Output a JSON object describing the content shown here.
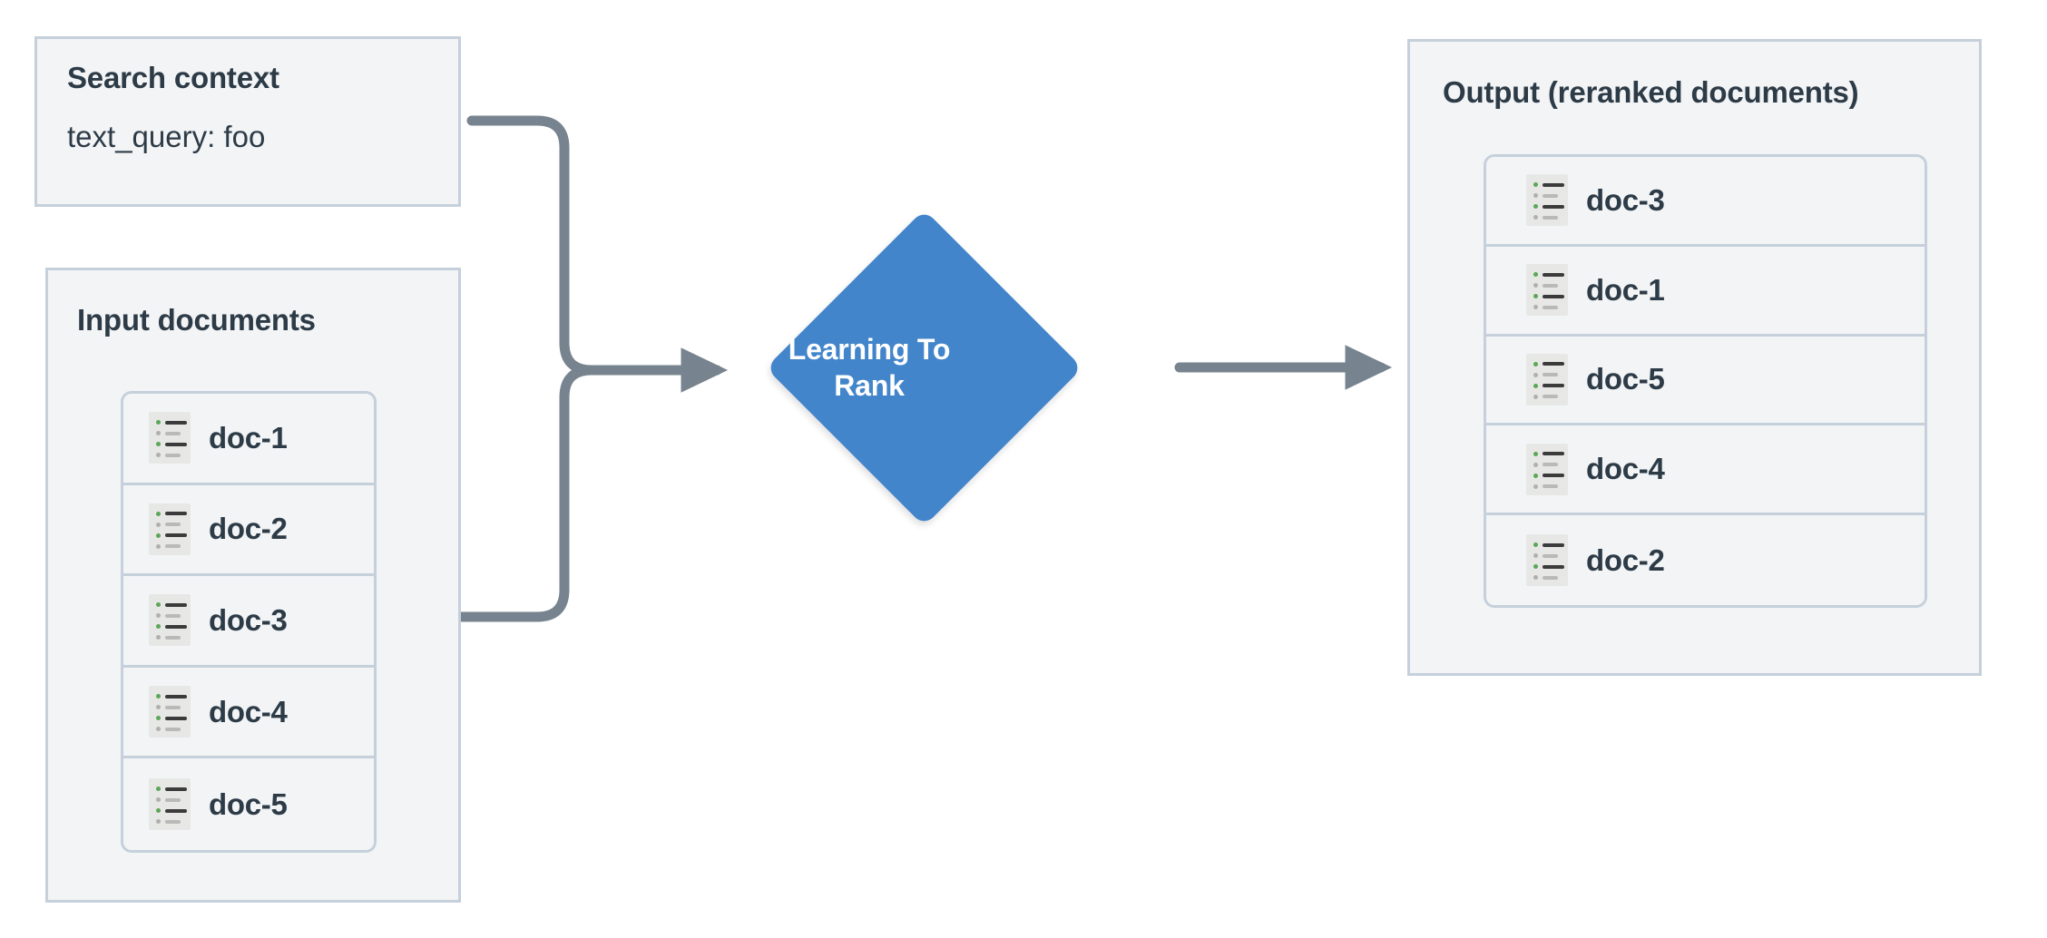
{
  "theme": {
    "page_background": "#ffffff",
    "panel_background": "#f2f4f6",
    "panel_border": "#c5d0db",
    "text_color": "#2d3b47",
    "accent_node": "#4285cb",
    "node_text": "#ffffff",
    "connector": "#77848f",
    "icon_background": "#e7e7e6",
    "icon_dot_green": "#5aa756",
    "icon_dot_gray": "#b0b0b0",
    "icon_bar_dark": "#3b3b3b",
    "icon_bar_light": "#b9b9b9"
  },
  "search_context": {
    "title": "Search context",
    "query_line": "text_query: foo"
  },
  "input_documents": {
    "title": "Input documents",
    "icon_name": "document-list-icon",
    "docs": [
      {
        "label": "doc-1"
      },
      {
        "label": "doc-2"
      },
      {
        "label": "doc-3"
      },
      {
        "label": "doc-4"
      },
      {
        "label": "doc-5"
      }
    ]
  },
  "process_node": {
    "label": "Learning To Rank",
    "shape": "diamond"
  },
  "output": {
    "title": "Output (reranked documents)",
    "icon_name": "document-list-icon",
    "docs": [
      {
        "label": "doc-3"
      },
      {
        "label": "doc-1"
      },
      {
        "label": "doc-5"
      },
      {
        "label": "doc-4"
      },
      {
        "label": "doc-2"
      }
    ]
  },
  "connectors": [
    {
      "name": "search-context-to-ltr",
      "from": "search_context",
      "to": "process_node"
    },
    {
      "name": "input-documents-to-ltr",
      "from": "input_documents",
      "to": "process_node"
    },
    {
      "name": "ltr-to-output",
      "from": "process_node",
      "to": "output"
    }
  ]
}
